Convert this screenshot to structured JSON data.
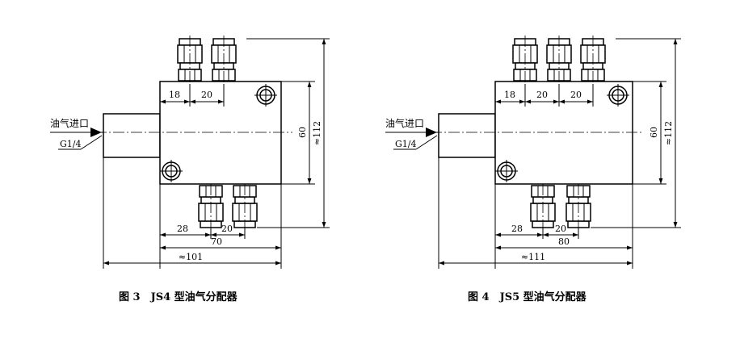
{
  "figures": [
    {
      "caption": "图 3　JS4 型油气分配器",
      "inlet_label": "油气进口",
      "thread_label": "G1/4",
      "dims": {
        "top_a": "18",
        "top_b": "20",
        "bottom_a": "28",
        "bottom_b": "20",
        "width": "70",
        "overall": "≈101",
        "height": "60",
        "height_overall": "≈112"
      }
    },
    {
      "caption": "图 4　JS5 型油气分配器",
      "inlet_label": "油气进口",
      "thread_label": "G1/4",
      "dims": {
        "top_a": "18",
        "top_b": "20",
        "top_c": "20",
        "bottom_a": "28",
        "bottom_b": "20",
        "width": "80",
        "overall": "≈111",
        "height": "60",
        "height_overall": "≈112"
      }
    }
  ]
}
